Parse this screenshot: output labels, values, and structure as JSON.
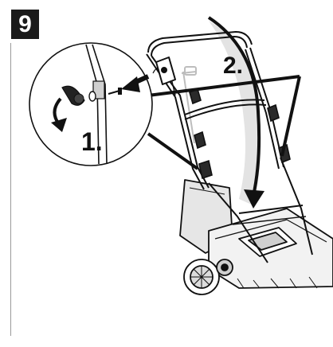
{
  "figure": {
    "step_number": "9",
    "callouts": [
      {
        "label": "1."
      },
      {
        "label": "2."
      }
    ],
    "icons": [
      "rotate-arrow-icon",
      "insert-arrow-icon",
      "fold-arrow-icon"
    ],
    "colors": {
      "ink": "#111111",
      "badge_bg": "#1a1a1a",
      "shade": "#d8d8d8"
    }
  }
}
